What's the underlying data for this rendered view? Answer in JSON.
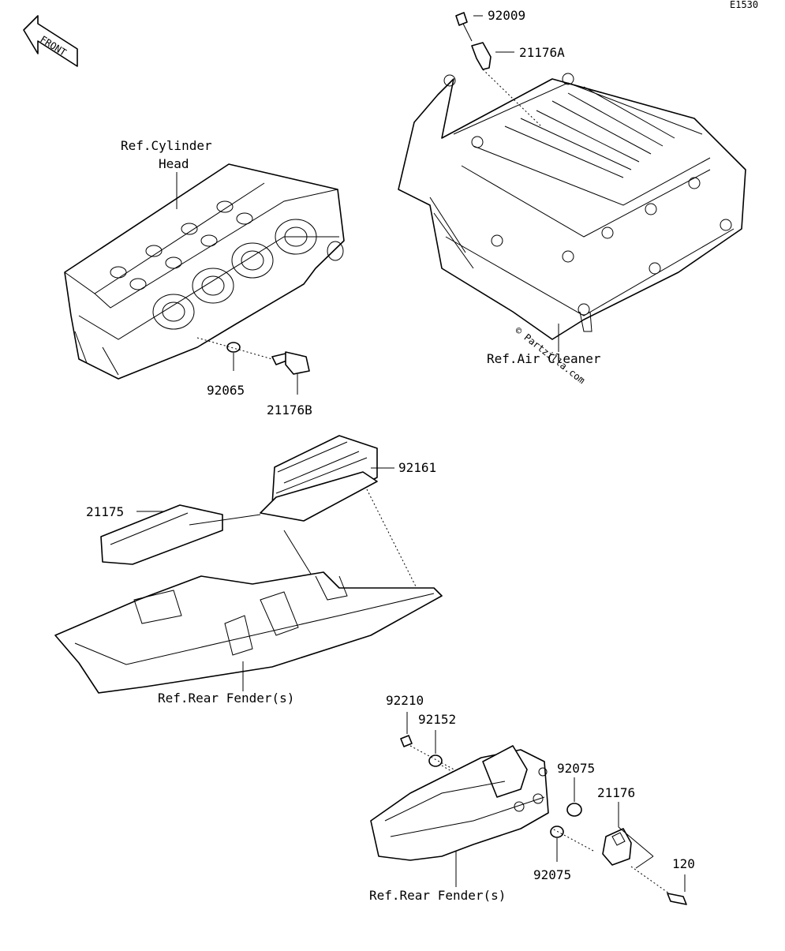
{
  "sheet_code": "E1530",
  "front_label": "FRONT",
  "watermark": "© Partzilla.com",
  "footer_note": "",
  "parts": {
    "p92009": "92009",
    "p21176A": "21176A",
    "p92065": "92065",
    "p21176B": "21176B",
    "p92161": "92161",
    "p21175": "21175",
    "p92210": "92210",
    "p92152": "92152",
    "p92075a": "92075",
    "p21176": "21176",
    "p92075b": "92075",
    "p120": "120"
  },
  "refs": {
    "cylinder_head_1": "Ref.Cylinder",
    "cylinder_head_2": "Head",
    "air_cleaner": "Ref.Air Cleaner",
    "rear_fender_1": "Ref.Rear Fender(s)",
    "rear_fender_2": "Ref.Rear Fender(s)"
  }
}
